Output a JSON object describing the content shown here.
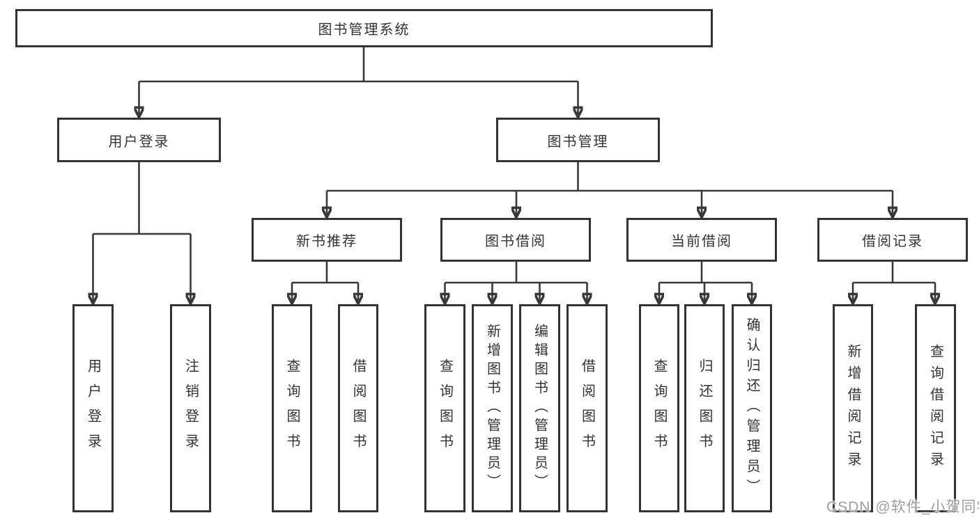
{
  "diagram": {
    "root": {
      "label": "图书管理系统"
    },
    "branches": [
      {
        "label": "用户登录",
        "children": [
          {
            "label": "用户登录"
          },
          {
            "label": "注销登录"
          }
        ]
      },
      {
        "label": "图书管理",
        "children": [
          {
            "label": "新书推荐",
            "children": [
              {
                "label": "查询图书"
              },
              {
                "label": "借阅图书"
              }
            ]
          },
          {
            "label": "图书借阅",
            "children": [
              {
                "label": "查询图书"
              },
              {
                "label": "新增图书（管理员）"
              },
              {
                "label": "编辑图书（管理员）"
              },
              {
                "label": "借阅图书"
              }
            ]
          },
          {
            "label": "当前借阅",
            "children": [
              {
                "label": "查询图书"
              },
              {
                "label": "归还图书"
              },
              {
                "label": "确认归还（管理员）"
              }
            ]
          },
          {
            "label": "借阅记录",
            "children": [
              {
                "label": "新增借阅记录"
              },
              {
                "label": "查询借阅记录"
              }
            ]
          }
        ]
      }
    ],
    "watermark": {
      "text": "CSDN @软件_小贺同学"
    },
    "colors": {
      "line": "#383838",
      "box_border": "#333333",
      "text": "#333333",
      "watermark": "#9e9e9e",
      "background": "#ffffff"
    }
  }
}
